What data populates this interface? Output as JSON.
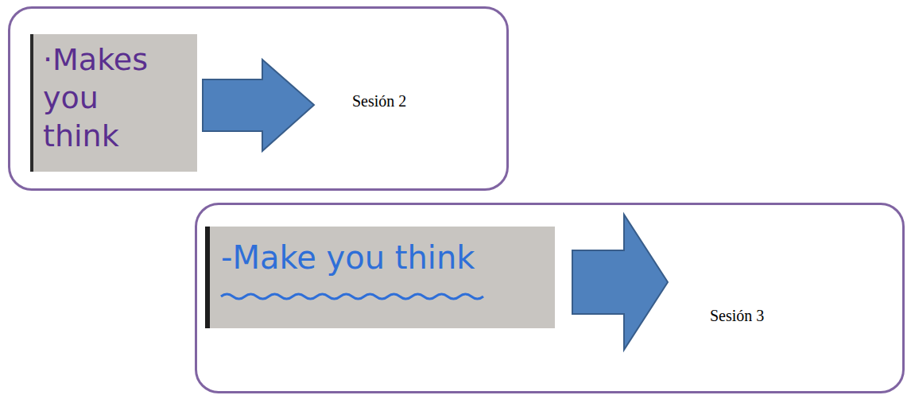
{
  "diagram": {
    "nodes": [
      {
        "text": [
          "Sesión 2"
        ]
      },
      {
        "text": [
          "·Makes you think"
        ],
        "in": 0
      },
      {
        "text": [
          "Sesión 3"
        ]
      },
      {
        "text": [
          "-Make you think"
        ],
        "in": 2
      }
    ]
  }
}
